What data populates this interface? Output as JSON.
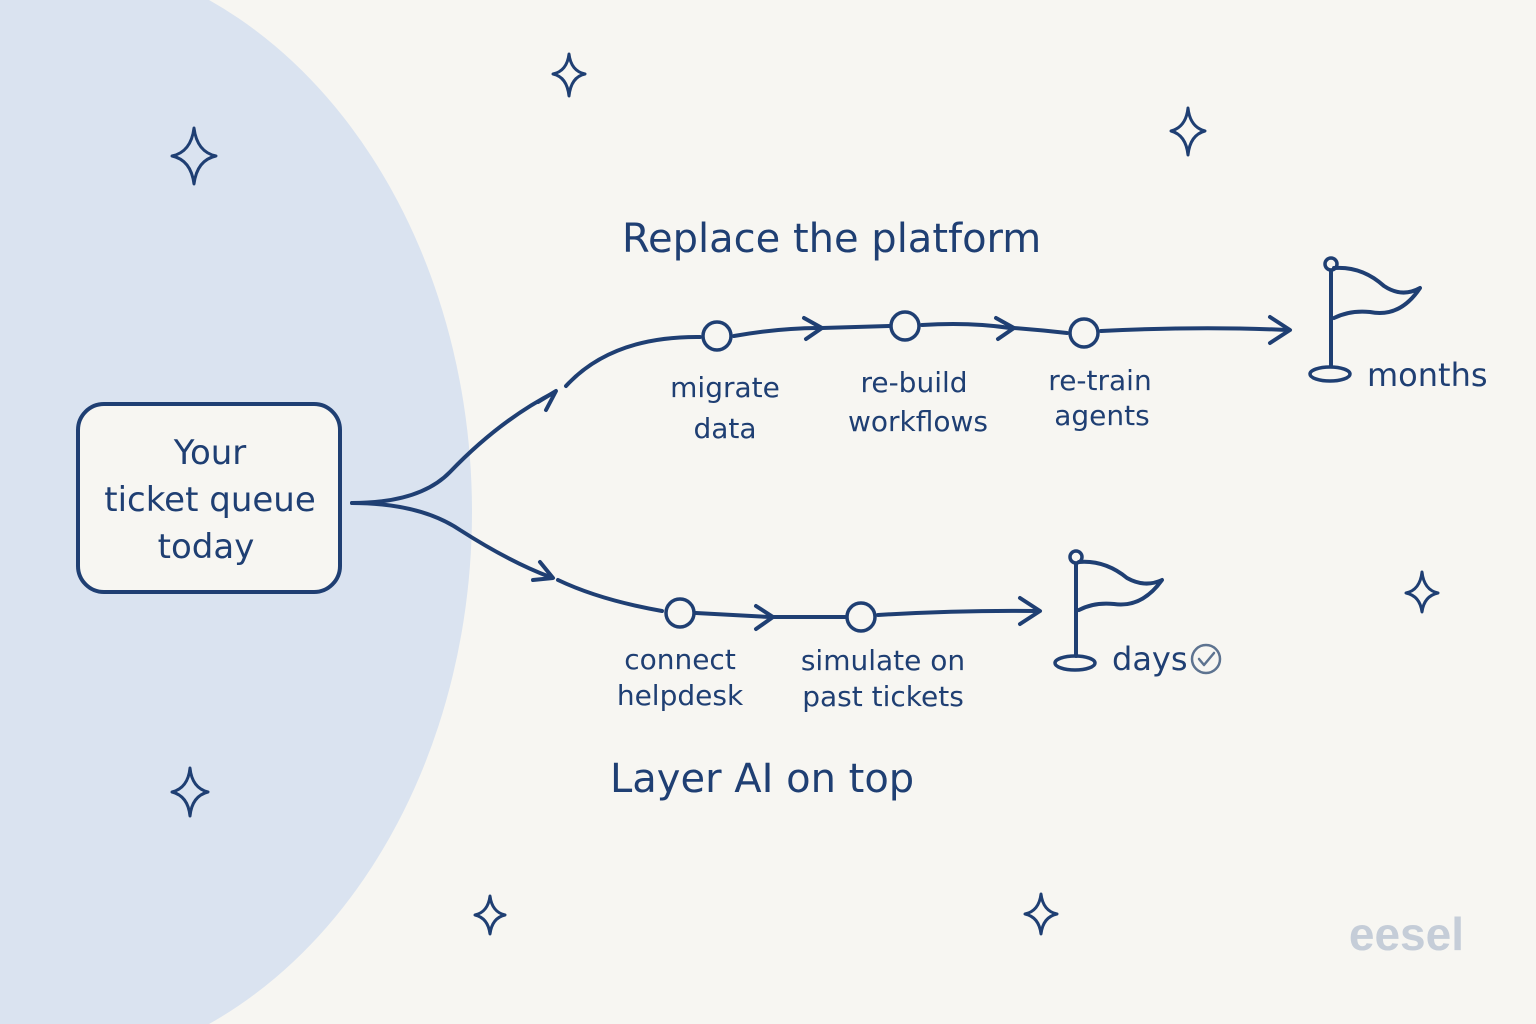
{
  "colors": {
    "background": "#f7f6f2",
    "circle": "#dae3f0",
    "ink": "#1f3f73",
    "logo": "#c5cdd8",
    "check": "#5d7390"
  },
  "start_box": {
    "line1": "Your",
    "line2": "ticket queue",
    "line3": "today"
  },
  "top_path": {
    "title": "Replace the platform",
    "steps": [
      {
        "line1": "migrate",
        "line2": "data"
      },
      {
        "line1": "re-build",
        "line2": "workflows"
      },
      {
        "line1": "re-train",
        "line2": "agents"
      }
    ],
    "result": "months",
    "icon": "flag-icon"
  },
  "bottom_path": {
    "title": "Layer AI on top",
    "steps": [
      {
        "line1": "connect",
        "line2": "helpdesk"
      },
      {
        "line1": "simulate on",
        "line2": "past tickets"
      }
    ],
    "result": "days",
    "icon": "flag-icon",
    "result_icon": "check-circle-icon"
  },
  "logo": "eesel",
  "decorations": "sparkle-icon"
}
